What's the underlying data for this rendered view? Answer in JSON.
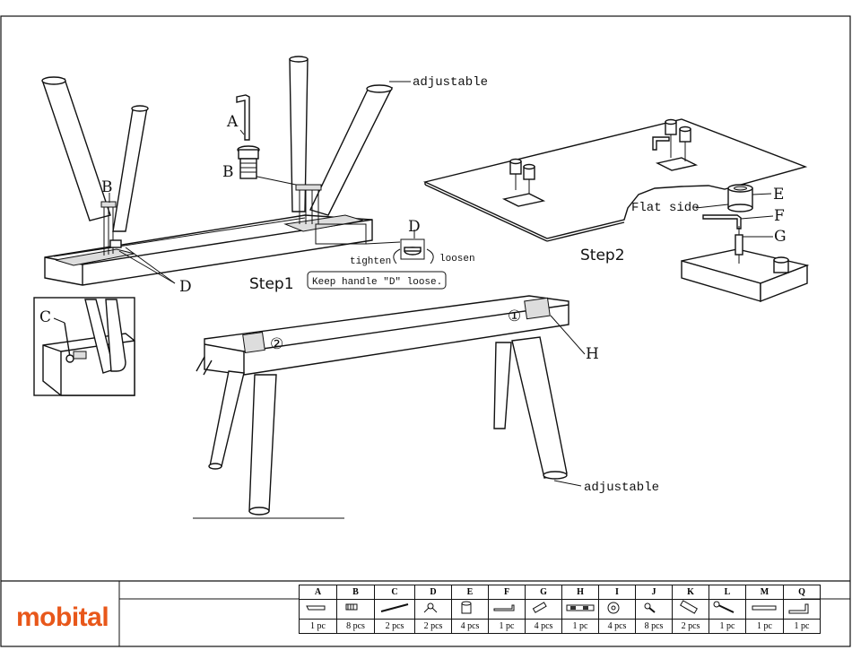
{
  "labels": {
    "A": "A",
    "B_left": "B",
    "B_mid": "B",
    "C": "C",
    "D_left": "D",
    "D_right": "D",
    "E": "E",
    "F": "F",
    "G": "G",
    "H": "H",
    "adjustable_top": "adjustable",
    "adjustable_bottom": "adjustable",
    "flat_side": "Flat side",
    "tighten": "tighten",
    "loosen": "loosen",
    "note": "Keep handle \"D\" loose.",
    "circle1": "①",
    "circle2": "②"
  },
  "steps": {
    "step1": "Step1",
    "step2": "Step2"
  },
  "footer": {
    "logo": "mobital",
    "parts": [
      {
        "code": "A",
        "qty": "1 pc",
        "icon": "allen-key-icon"
      },
      {
        "code": "B",
        "qty": "8 pcs",
        "icon": "bolt-icon"
      },
      {
        "code": "C",
        "qty": "2 pcs",
        "icon": "long-rod-icon"
      },
      {
        "code": "D",
        "qty": "2 pcs",
        "icon": "handle-icon"
      },
      {
        "code": "E",
        "qty": "4 pcs",
        "icon": "cylinder-nut-icon"
      },
      {
        "code": "F",
        "qty": "1 pc",
        "icon": "hex-key-icon"
      },
      {
        "code": "G",
        "qty": "4 pcs",
        "icon": "dowel-icon"
      },
      {
        "code": "H",
        "qty": "1 pc",
        "icon": "bracket-icon"
      },
      {
        "code": "I",
        "qty": "4 pcs",
        "icon": "washer-icon"
      },
      {
        "code": "J",
        "qty": "8 pcs",
        "icon": "screw-icon"
      },
      {
        "code": "K",
        "qty": "2 pcs",
        "icon": "plate-icon"
      },
      {
        "code": "L",
        "qty": "1 pc",
        "icon": "wrench-icon"
      },
      {
        "code": "M",
        "qty": "1 pc",
        "icon": "pin-icon"
      },
      {
        "code": "Q",
        "qty": "1 pc",
        "icon": "l-key-icon"
      }
    ]
  }
}
